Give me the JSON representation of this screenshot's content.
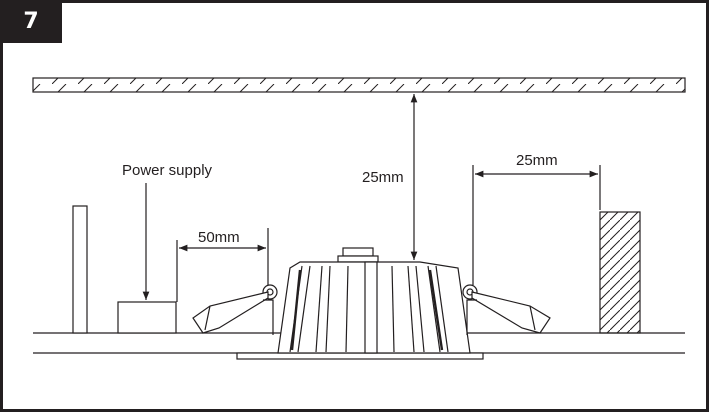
{
  "step_number": "7",
  "labels": {
    "power_supply": "Power supply",
    "ceiling_gap": "25mm",
    "side_gap": "25mm",
    "supply_gap": "50mm"
  },
  "colors": {
    "ink": "#231f20",
    "paper": "#ffffff"
  }
}
